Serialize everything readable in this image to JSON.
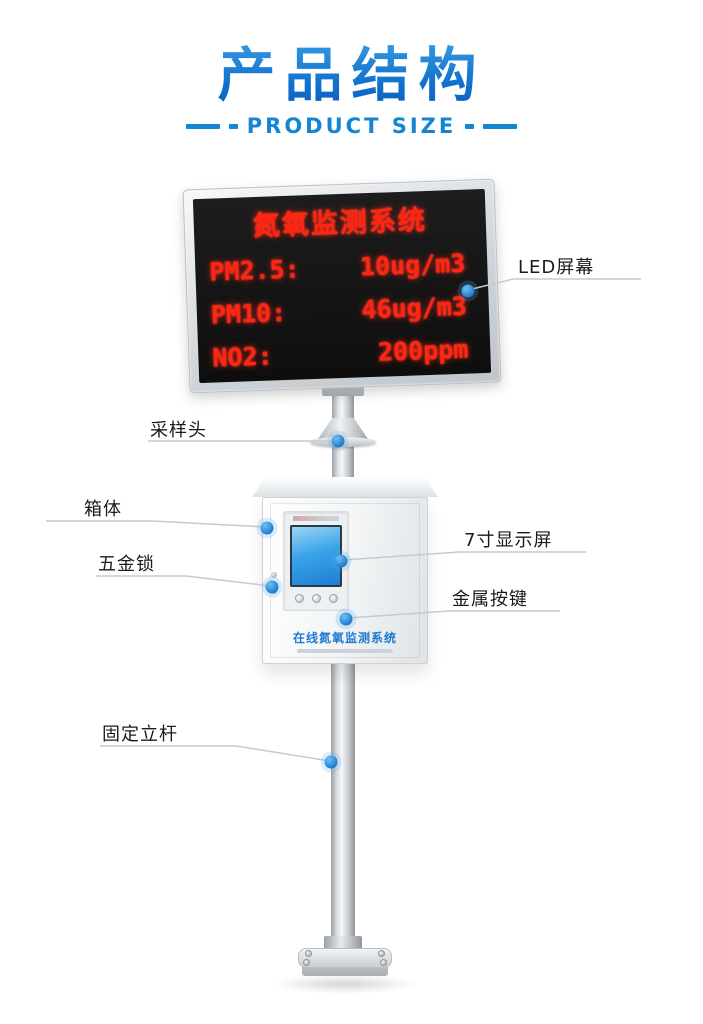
{
  "header": {
    "title": "产品结构",
    "subtitle": "PRODUCT SIZE"
  },
  "device": {
    "led_screen": {
      "title": "氮氧监测系统",
      "readings": [
        {
          "label": "PM2.5:",
          "value": "10ug/m3"
        },
        {
          "label": "PM10:",
          "value": "46ug/m3"
        },
        {
          "label": "NO2:",
          "value": "200ppm"
        }
      ]
    },
    "cabinet": {
      "brand_text": "在线氮氧监测系统"
    }
  },
  "callouts": [
    {
      "id": "led-screen",
      "label": "LED屏幕"
    },
    {
      "id": "sampling-head",
      "label": "采样头"
    },
    {
      "id": "cabinet",
      "label": "箱体"
    },
    {
      "id": "hardware-lock",
      "label": "五金锁"
    },
    {
      "id": "display-7inch",
      "label": "7寸显示屏"
    },
    {
      "id": "metal-buttons",
      "label": "金属按键"
    },
    {
      "id": "fixed-pole",
      "label": "固定立杆"
    }
  ],
  "colors": {
    "accent_blue": "#1386d3",
    "title_gradient_top": "#41a5ea",
    "title_gradient_bottom": "#0a5cbd",
    "led_text_red": "#ff2513",
    "led_background": "#141414",
    "callout_dot_blue": "#1b78ca",
    "cabinet_brand_blue": "#1e7ad1"
  }
}
